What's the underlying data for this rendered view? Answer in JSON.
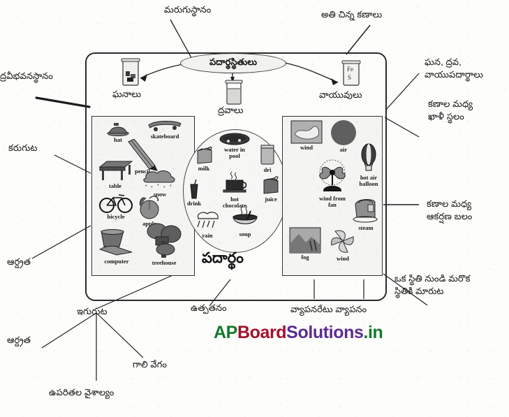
{
  "diagram": {
    "center_title": "పదార్థం",
    "ellipse_title": "పదార్థస్థితులు",
    "state_labels": {
      "solids": "ఘనాలు",
      "liquids": "ద్రవాలు",
      "gases": "వాయువులు"
    }
  },
  "callouts": {
    "top": {
      "boiling_point": "మరుగుస్థానం",
      "tiny_particles": "అతి చిన్న కణాలు"
    },
    "left": {
      "melting_point": "ద్రవీభవనస్థానం",
      "melting": "కరుగుట",
      "humidity_upper": "ఆర్ద్రత",
      "humidity_lower": "ఆర్ద్రత"
    },
    "right": {
      "solid_liquid_gas_substances": "ఘన, ద్రవ,\nవాయుపదార్థాలు",
      "space_between_particles": "కణాల మధ్య\nఖాళీ స్థలం",
      "force_between_particles": "కణాల మధ్య\nఆకర్షణ బలం",
      "change_of_state": "ఒక స్థితి నుండి మరొక\nస్థితికి మారుట"
    },
    "bottom": {
      "evaporation": "ఇగురుట",
      "sublimation": "ఉత్పతనం",
      "diffusion_rate": "వ్యాపనరేటు వ్యాపనం",
      "wind_speed": "గాలి వేగం",
      "surface_area": "ఉపరితల వైశాల్యం"
    }
  },
  "solids_items": [
    {
      "caption": "hat",
      "icon": "hat-icon"
    },
    {
      "caption": "skateboard",
      "icon": "skateboard-icon"
    },
    {
      "caption": "pencil",
      "icon": "pencil-icon"
    },
    {
      "caption": "table",
      "icon": "table-icon"
    },
    {
      "caption": "snow",
      "icon": "snow-icon"
    },
    {
      "caption": "bicycle",
      "icon": "bicycle-icon"
    },
    {
      "caption": "apple",
      "icon": "apple-icon"
    },
    {
      "caption": "computer",
      "icon": "computer-icon"
    },
    {
      "caption": "treehouse",
      "icon": "treehouse-icon"
    }
  ],
  "liquids_items": [
    {
      "caption": "milk",
      "icon": "milk-carton-icon"
    },
    {
      "caption": "water in\npool",
      "icon": "pool-icon"
    },
    {
      "caption": "dri",
      "icon": "glass-icon"
    },
    {
      "caption": "drink",
      "icon": "drink-glass-icon"
    },
    {
      "caption": "hot\nchocolate",
      "icon": "hot-chocolate-icon"
    },
    {
      "caption": "juice",
      "icon": "juice-box-icon"
    },
    {
      "caption": "rain",
      "icon": "rain-cloud-icon"
    },
    {
      "caption": "soup",
      "icon": "soup-bowl-icon"
    }
  ],
  "gases_items": [
    {
      "caption": "wind",
      "icon": "wind-map-icon"
    },
    {
      "caption": "air",
      "icon": "air-sphere-icon"
    },
    {
      "caption": "hot air\nballoon",
      "icon": "hot-air-balloon-icon"
    },
    {
      "caption": "wind from\nfan",
      "icon": "fan-icon"
    },
    {
      "caption": "steam",
      "icon": "steam-iron-icon"
    },
    {
      "caption": "fog",
      "icon": "fog-landscape-icon"
    },
    {
      "caption": "wind",
      "icon": "pinwheel-icon"
    }
  ],
  "watermark": {
    "part1": "AP",
    "part2": "Board",
    "part3": "Solutions",
    "part4": ".in"
  },
  "colors": {
    "ink": "#141414",
    "watermark_green": "#117a2b",
    "watermark_red": "#a5102a",
    "watermark_purple": "#5c2d91",
    "panel_fill": "#f4f4f2"
  }
}
